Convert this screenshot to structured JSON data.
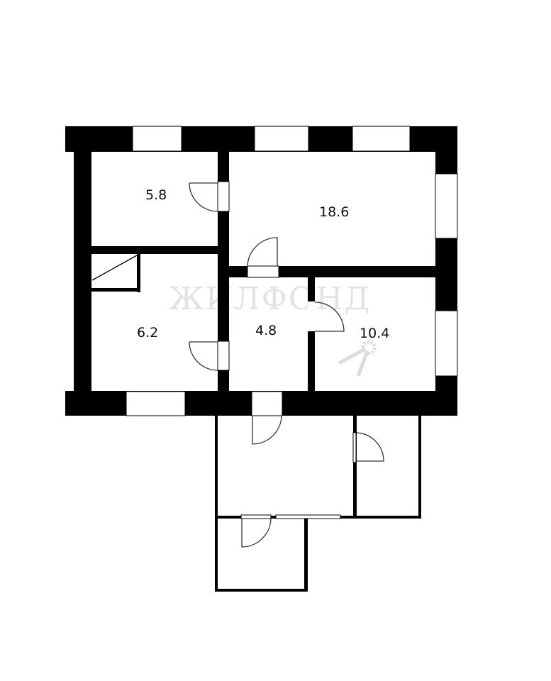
{
  "plan": {
    "watermark": "ЖИЛФОНД",
    "rooms": [
      {
        "id": "room-a",
        "area": "5.8"
      },
      {
        "id": "room-b",
        "area": "18.6"
      },
      {
        "id": "room-c",
        "area": "6.2"
      },
      {
        "id": "room-d",
        "area": "4.8"
      },
      {
        "id": "room-e",
        "area": "10.4"
      }
    ],
    "colors": {
      "wall": "#000000",
      "background": "#ffffff",
      "watermark": "#e3e3e3"
    }
  }
}
